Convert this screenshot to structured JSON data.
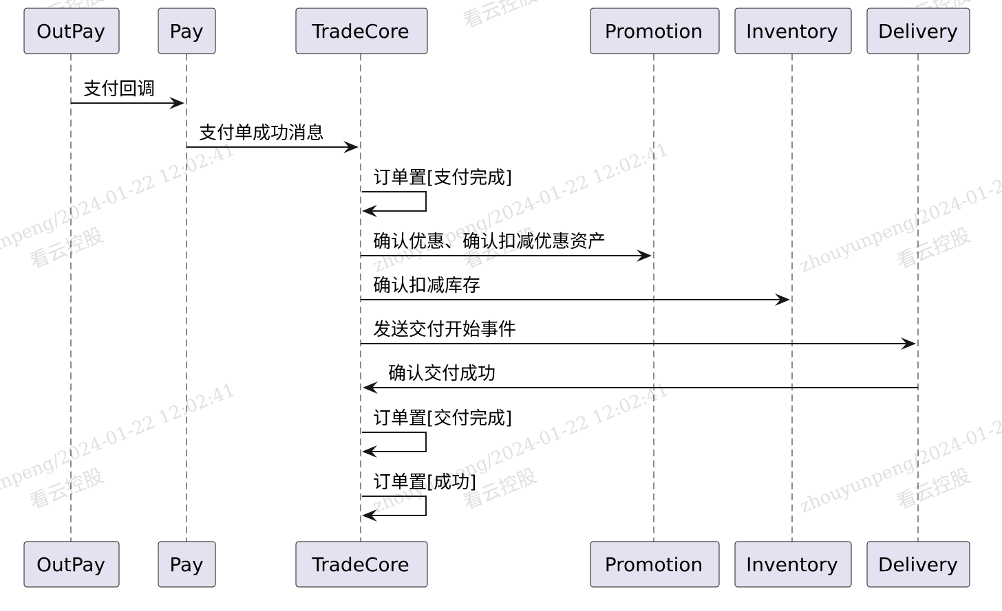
{
  "participants": [
    {
      "id": "outpay",
      "label": "OutPay"
    },
    {
      "id": "pay",
      "label": "Pay"
    },
    {
      "id": "tradecore",
      "label": "TradeCore"
    },
    {
      "id": "promotion",
      "label": "Promotion"
    },
    {
      "id": "inventory",
      "label": "Inventory"
    },
    {
      "id": "delivery",
      "label": "Delivery"
    }
  ],
  "messages": [
    {
      "from": "outpay",
      "to": "pay",
      "label": "支付回调"
    },
    {
      "from": "pay",
      "to": "tradecore",
      "label": "支付单成功消息"
    },
    {
      "from": "tradecore",
      "to": "tradecore",
      "label": "订单置[支付完成]"
    },
    {
      "from": "tradecore",
      "to": "promotion",
      "label": "确认优惠、确认扣减优惠资产"
    },
    {
      "from": "tradecore",
      "to": "inventory",
      "label": "确认扣减库存"
    },
    {
      "from": "tradecore",
      "to": "delivery",
      "label": "发送交付开始事件"
    },
    {
      "from": "delivery",
      "to": "tradecore",
      "label": "确认交付成功"
    },
    {
      "from": "tradecore",
      "to": "tradecore",
      "label": "订单置[交付完成]"
    },
    {
      "from": "tradecore",
      "to": "tradecore",
      "label": "订单置[成功]"
    }
  ],
  "watermark": {
    "company": "看云控股",
    "user_stamp": "zhouyunpeng/2024-01-22 12:02:41"
  }
}
